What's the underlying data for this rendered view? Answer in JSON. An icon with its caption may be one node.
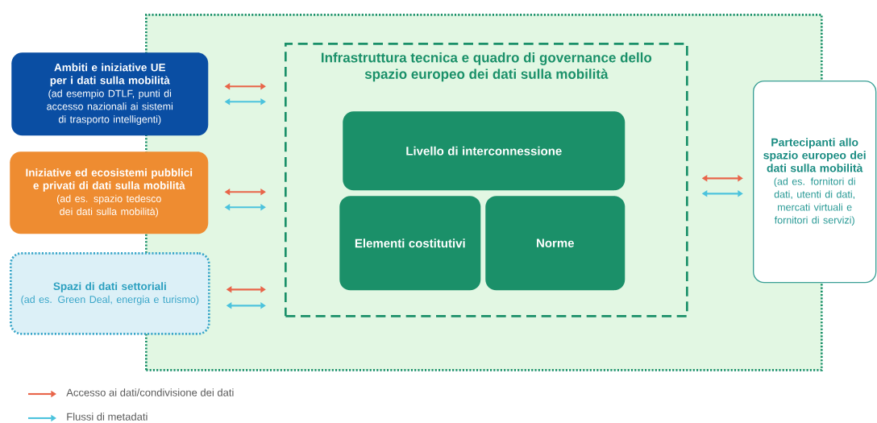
{
  "diagram": {
    "nodes": [
      {
        "text": [
          "Ambiti e iniziative UE per i dati sulla mobilità",
          "(ad esempio DTLF, punti di accesso nazionali ai sistemi di trasporto intelligenti)"
        ]
      },
      {
        "text": [
          "Iniziative ed ecosistemi pubblici e privati di dati sulla mobilità",
          "(ad es. spazio tedesco dei dati sulla mobilità)"
        ]
      },
      {
        "text": [
          "Spazi di dati settoriali",
          "(ad es. Green Deal, energia e turismo)"
        ]
      },
      {
        "text": [],
        "shape": "box"
      },
      {
        "text": [
          "Infrastruttura tecnica e quadro di governance dello spazio europeo dei dati sulla mobilità"
        ],
        "in": 3
      },
      {
        "text": [
          "Livello di interconnessione"
        ],
        "in": 4
      },
      {
        "text": [
          "Elementi costitutivi"
        ],
        "in": 4
      },
      {
        "text": [
          "Norme"
        ],
        "in": 4
      },
      {
        "text": [
          "Partecipanti allo spazio europeo dei dati sulla mobilità",
          "(ad es. fornitori di dati, utenti di dati, mercati virtuali e fornitori di servizi)"
        ]
      }
    ],
    "edges": [
      {
        "from": 0,
        "to": 4,
        "arrow": "both",
        "color": "#e8654a"
      },
      {
        "from": 0,
        "to": 4,
        "arrow": "both",
        "color": "#4cc3dd"
      },
      {
        "from": 1,
        "to": 4,
        "arrow": "both",
        "color": "#e8654a"
      },
      {
        "from": 1,
        "to": 4,
        "arrow": "both",
        "color": "#4cc3dd"
      },
      {
        "from": 2,
        "to": 4,
        "arrow": "both",
        "color": "#e8654a"
      },
      {
        "from": 2,
        "to": 4,
        "arrow": "both",
        "color": "#4cc3dd"
      },
      {
        "from": 4,
        "to": 8,
        "arrow": "both",
        "color": "#e8654a"
      },
      {
        "from": 4,
        "to": 8,
        "arrow": "both",
        "color": "#4cc3dd"
      }
    ],
    "legend": [
      {
        "text": "Accesso ai dati/condivisione dei dati"
      },
      {
        "text": "Flussi di metadati"
      }
    ]
  }
}
